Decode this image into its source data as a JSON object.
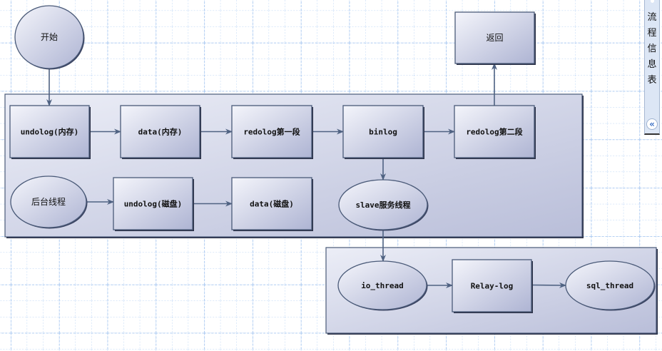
{
  "diagram": {
    "type": "flowchart",
    "colors": {
      "grid": "#a9c8f0",
      "node_border": "#4a5a78",
      "node_fill_light": "#f2f3f9",
      "node_fill_dark": "#b3b8d6",
      "edge": "#4f6282",
      "side_panel_bg": "#dce6f5",
      "collapse_icon": "#3a6fc4"
    },
    "groups": [
      {
        "id": "main-group",
        "label": ""
      },
      {
        "id": "slave-group",
        "label": ""
      }
    ],
    "nodes": [
      {
        "id": "start",
        "shape": "ellipse",
        "label": "开始"
      },
      {
        "id": "undolog-mem",
        "shape": "rect",
        "label": "undolog(内存)"
      },
      {
        "id": "data-mem",
        "shape": "rect",
        "label": "data(内存)"
      },
      {
        "id": "redolog-1",
        "shape": "rect",
        "label": "redolog第一段"
      },
      {
        "id": "binlog",
        "shape": "rect",
        "label": "binlog"
      },
      {
        "id": "redolog-2",
        "shape": "rect",
        "label": "redolog第二段"
      },
      {
        "id": "return",
        "shape": "rect",
        "label": "返回"
      },
      {
        "id": "bg-thread",
        "shape": "ellipse",
        "label": "后台线程"
      },
      {
        "id": "undolog-disk",
        "shape": "rect",
        "label": "undolog(磁盘)"
      },
      {
        "id": "data-disk",
        "shape": "rect",
        "label": "data(磁盘)"
      },
      {
        "id": "slave-service",
        "shape": "ellipse",
        "label": "slave服务线程"
      },
      {
        "id": "io-thread",
        "shape": "ellipse",
        "label": "io_thread"
      },
      {
        "id": "relay-log",
        "shape": "rect",
        "label": "Relay-log"
      },
      {
        "id": "sql-thread",
        "shape": "ellipse",
        "label": "sql_thread"
      }
    ],
    "edges": [
      {
        "from": "start",
        "to": "undolog-mem"
      },
      {
        "from": "undolog-mem",
        "to": "data-mem"
      },
      {
        "from": "data-mem",
        "to": "redolog-1"
      },
      {
        "from": "redolog-1",
        "to": "binlog"
      },
      {
        "from": "binlog",
        "to": "redolog-2"
      },
      {
        "from": "redolog-2",
        "to": "return"
      },
      {
        "from": "bg-thread",
        "to": "undolog-disk"
      },
      {
        "from": "undolog-disk",
        "to": "data-disk"
      },
      {
        "from": "binlog",
        "to": "slave-service"
      },
      {
        "from": "slave-service",
        "to": "io-thread"
      },
      {
        "from": "io-thread",
        "to": "relay-log"
      },
      {
        "from": "relay-log",
        "to": "sql-thread"
      }
    ]
  },
  "side_panel": {
    "title_chars": [
      "流",
      "程",
      "信",
      "息",
      "表"
    ],
    "collapse_icon": "«"
  }
}
